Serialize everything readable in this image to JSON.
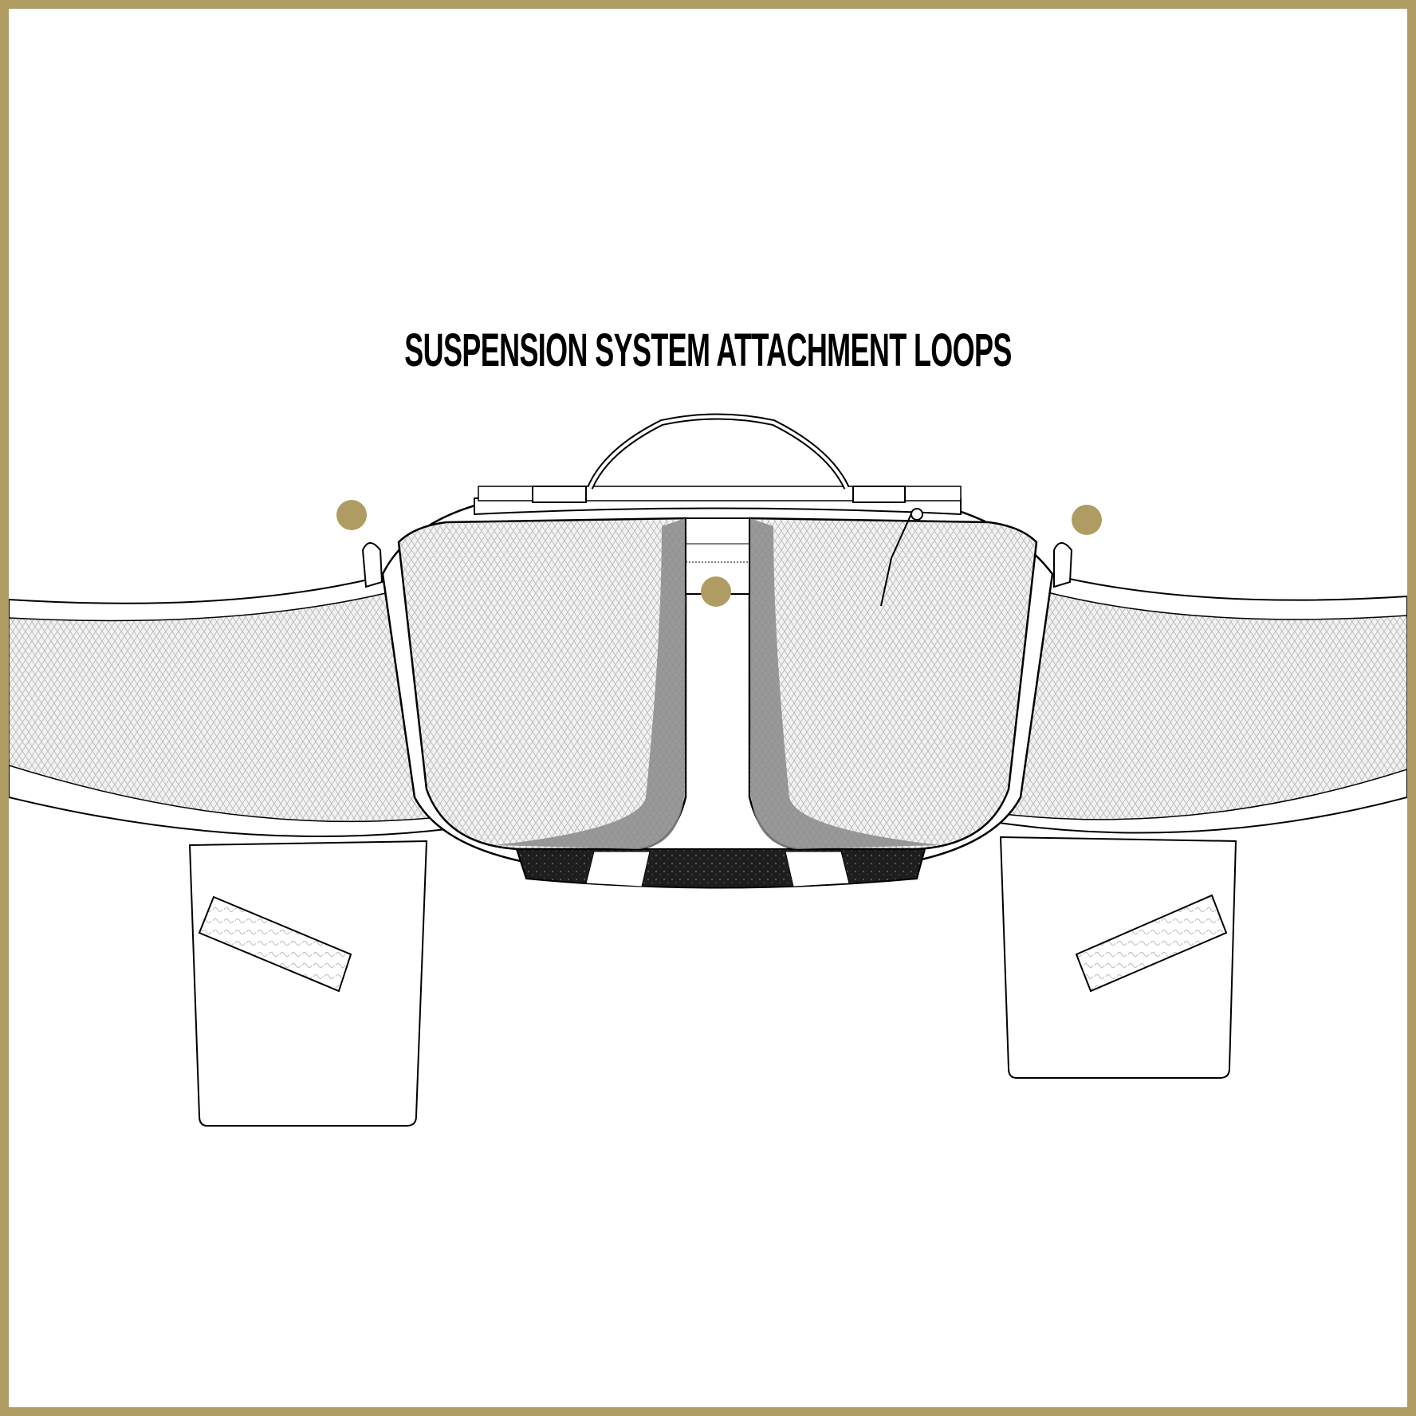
{
  "title": "SUSPENSION SYSTEM ATTACHMENT LOOPS",
  "colors": {
    "frame": "#ae9c63",
    "marker": "#ae9c63",
    "line": "#000000",
    "mesh": "#cfcfcf",
    "shade": "#8a8a8a",
    "strap": "#222222"
  },
  "markers": [
    {
      "name": "left-attachment-loop"
    },
    {
      "name": "center-attachment-loop"
    },
    {
      "name": "right-attachment-loop"
    }
  ]
}
